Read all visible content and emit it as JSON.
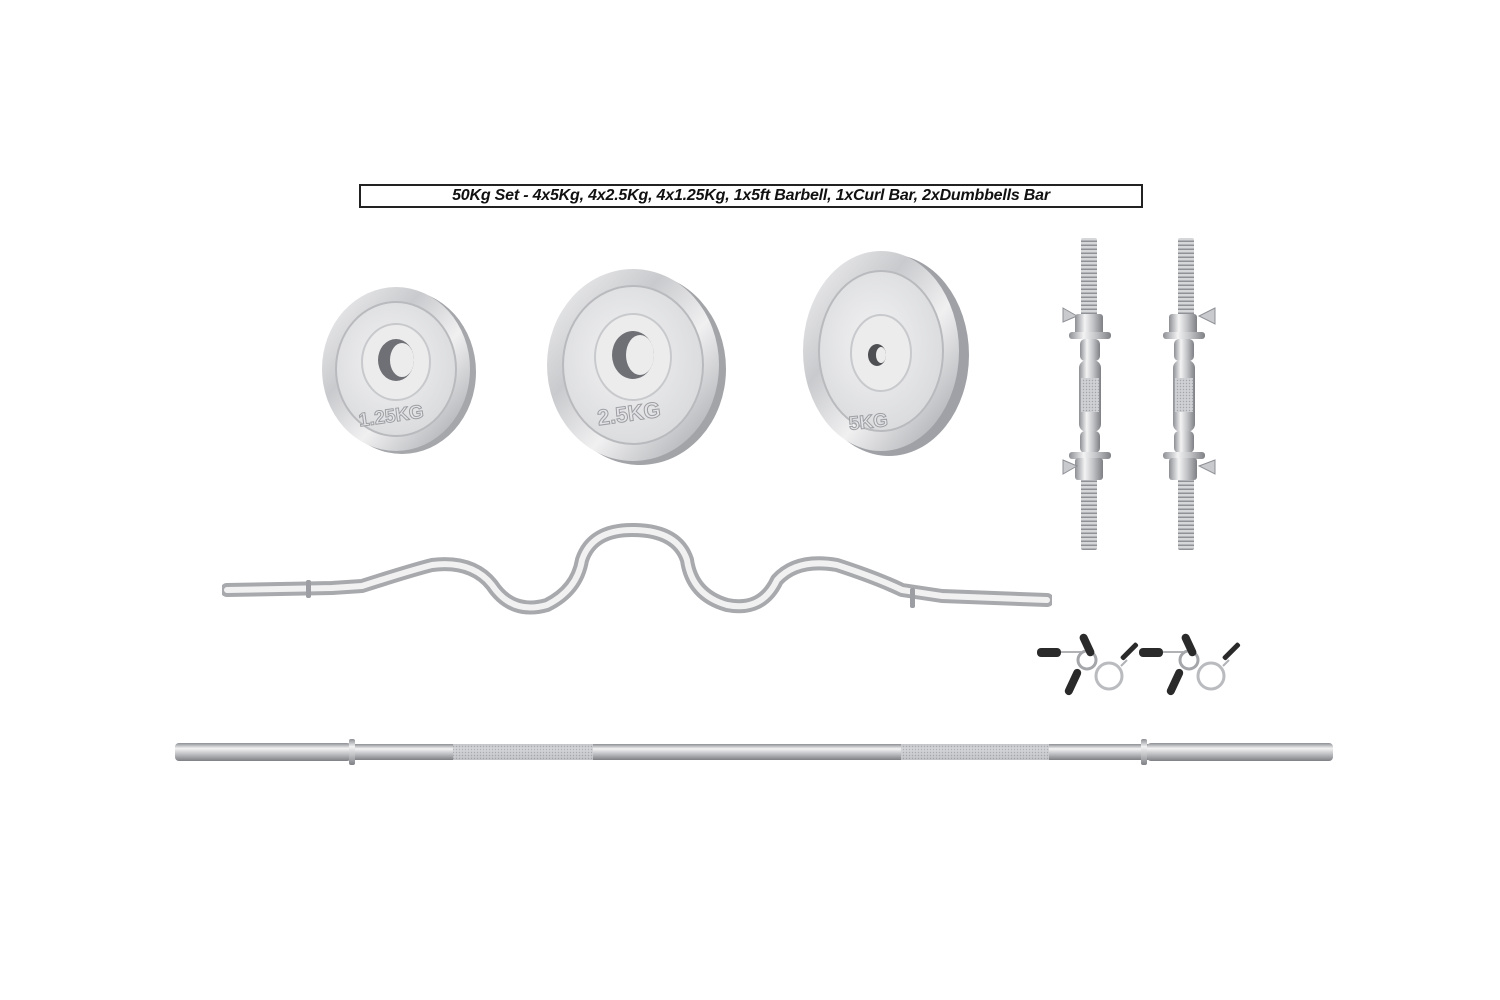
{
  "caption": {
    "text": "50Kg Set - 4x5Kg, 4x2.5Kg, 4x1.25Kg, 1x5ft Barbell, 1xCurl Bar, 2xDumbbells Bar"
  },
  "plates": [
    {
      "label": "1.25KG",
      "quantity": 4
    },
    {
      "label": "2.5KG",
      "quantity": 4
    },
    {
      "label": "5KG",
      "quantity": 4
    }
  ],
  "dumbbell_bars": {
    "count": 2
  },
  "curl_bar": {
    "count": 1
  },
  "spring_collars": {
    "count": 2
  },
  "barbell": {
    "length": "5ft",
    "count": 1
  },
  "colors": {
    "chrome_light": "#e8e8ea",
    "chrome_mid": "#c4c5c8",
    "chrome_dark": "#8e9096",
    "hole": "#6f7075",
    "collar_handle": "#2a2a2a",
    "caption_border": "#222222"
  }
}
